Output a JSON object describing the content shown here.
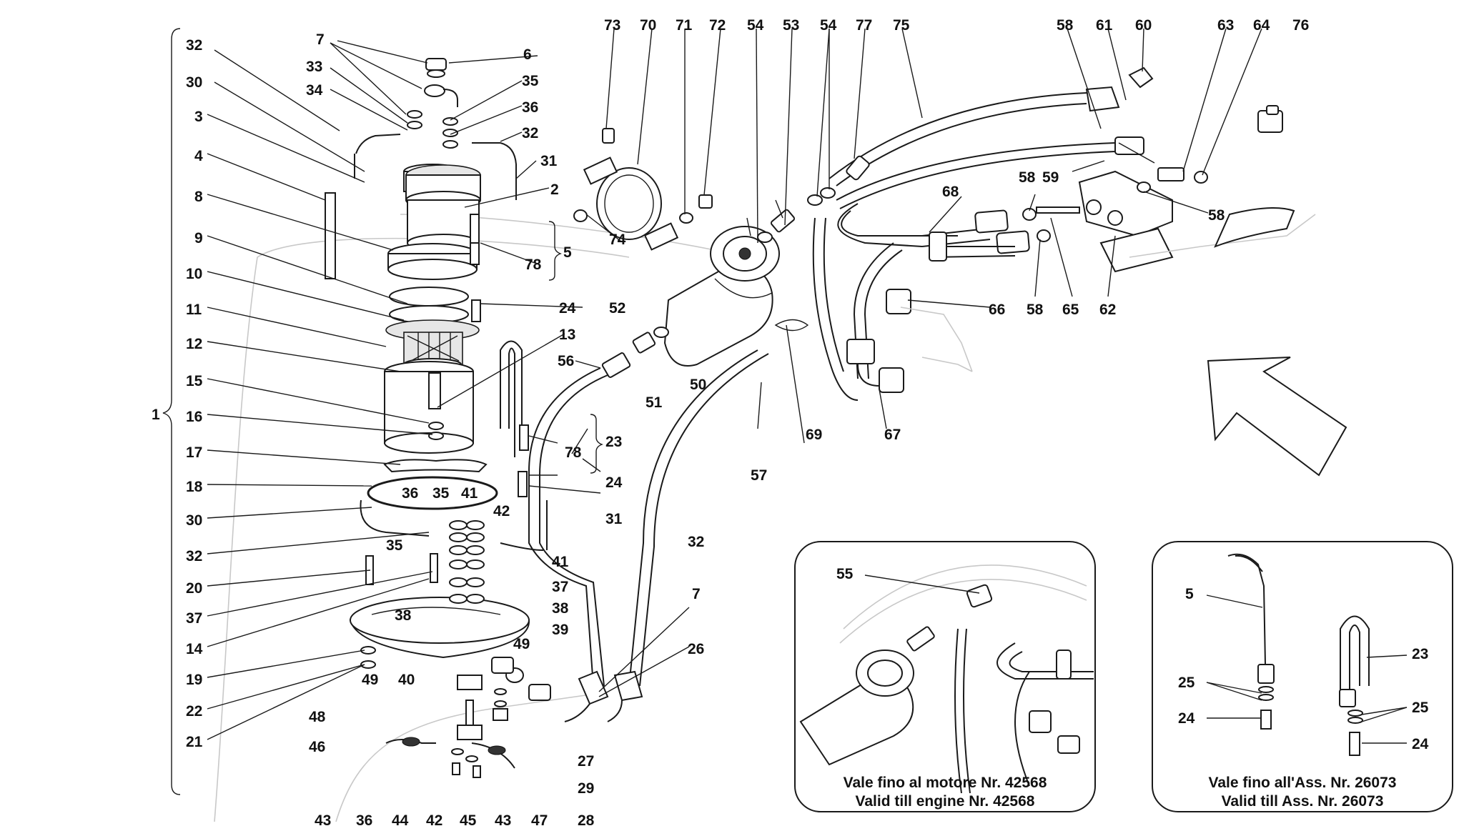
{
  "labels": {
    "l1": "1",
    "l2": "2",
    "l3": "3",
    "l4": "4",
    "l5": "5",
    "l6": "6",
    "l7": "7",
    "l8": "8",
    "l9": "9",
    "l10": "10",
    "l11": "11",
    "l12": "12",
    "l13": "13",
    "l14": "14",
    "l15": "15",
    "l16": "16",
    "l17": "17",
    "l18": "18",
    "l19": "19",
    "l20": "20",
    "l21": "21",
    "l22": "22",
    "l23": "23",
    "l24": "24",
    "l25": "25",
    "l26": "26",
    "l27": "27",
    "l28": "28",
    "l29": "29",
    "l30": "30",
    "l31": "31",
    "l32": "32",
    "l33": "33",
    "l34": "34",
    "l35": "35",
    "l36": "36",
    "l37": "37",
    "l38": "38",
    "l39": "39",
    "l40": "40",
    "l41": "41",
    "l42": "42",
    "l43": "43",
    "l44": "44",
    "l45": "45",
    "l46": "46",
    "l47": "47",
    "l48": "48",
    "l49": "49",
    "l50": "50",
    "l51": "51",
    "l52": "52",
    "l53": "53",
    "l54": "54",
    "l55": "55",
    "l56": "56",
    "l57": "57",
    "l58": "58",
    "l59": "59",
    "l60": "60",
    "l61": "61",
    "l62": "62",
    "l63": "63",
    "l64": "64",
    "l65": "65",
    "l66": "66",
    "l67": "67",
    "l68": "68",
    "l69": "69",
    "l70": "70",
    "l71": "71",
    "l72": "72",
    "l73": "73",
    "l74": "74",
    "l75": "75",
    "l76": "76",
    "l77": "77",
    "l78": "78"
  },
  "inset_engine": {
    "caption_it": "Vale fino al motore Nr. 42568",
    "caption_en": "Valid till engine Nr. 42568"
  },
  "inset_assembly": {
    "caption_it": "Vale fino all'Ass. Nr. 26073",
    "caption_en": "Valid till Ass. Nr. 26073"
  }
}
